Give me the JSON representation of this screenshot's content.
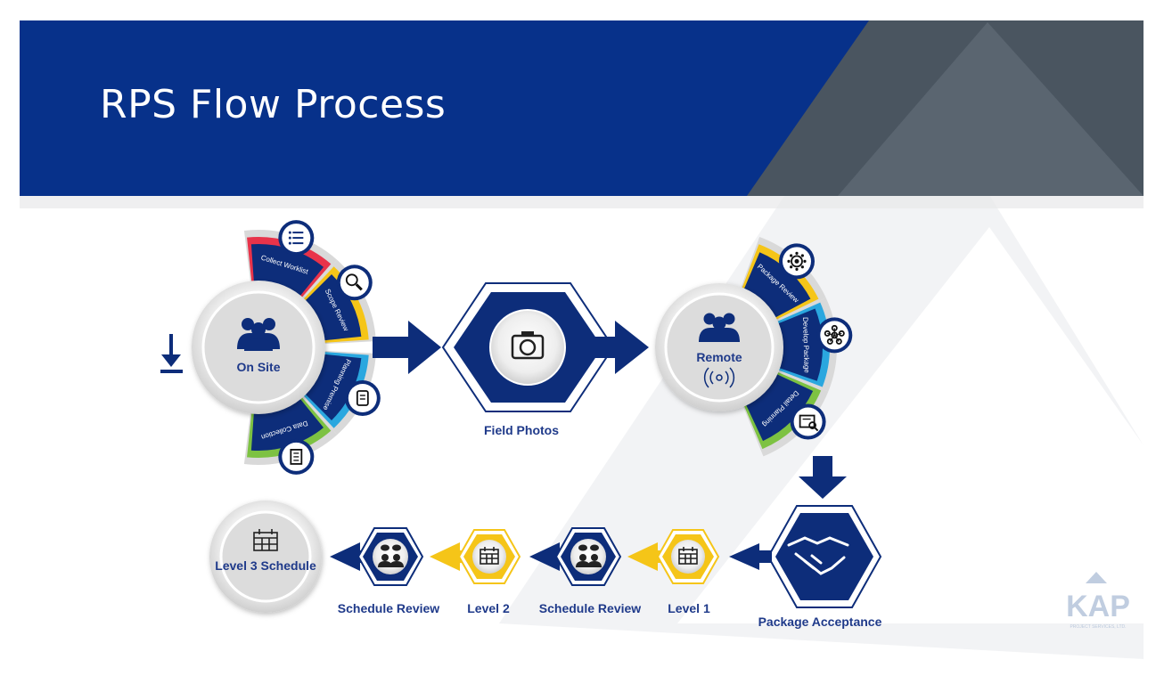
{
  "title": "RPS Flow Process",
  "colors": {
    "banner_blue": "#07318a",
    "banner_gray": "#4a5560",
    "navy": "#0d2d7a",
    "yellow": "#f5c518",
    "red": "#e8334a",
    "light_blue": "#2aa7df",
    "green": "#7dc242"
  },
  "onsite": {
    "label": "On Site",
    "segments": [
      {
        "label": "Collect Worklist",
        "icon": "list-icon"
      },
      {
        "label": "Scope Review",
        "icon": "magnifier-icon"
      },
      {
        "label": "Planning Premise",
        "icon": "scroll-icon"
      },
      {
        "label": "Data Collection",
        "icon": "document-icon"
      }
    ]
  },
  "field_photos": {
    "label": "Field Photos",
    "icon": "camera-icon"
  },
  "remote": {
    "label": "Remote",
    "segments": [
      {
        "label": "Package Review",
        "icon": "gear-icon"
      },
      {
        "label": "Develop Package",
        "icon": "network-icon"
      },
      {
        "label": "Detail Planning",
        "icon": "search-document-icon"
      }
    ]
  },
  "package_acceptance": {
    "label": "Package Acceptance",
    "icon": "handshake-icon"
  },
  "level1": {
    "label": "Level 1",
    "icon": "calendar-icon"
  },
  "schedule_review_1": {
    "label": "Schedule Review",
    "icon": "meeting-icon"
  },
  "level2": {
    "label": "Level 2",
    "icon": "calendar-icon"
  },
  "schedule_review_2": {
    "label": "Schedule Review",
    "icon": "meeting-icon"
  },
  "level3": {
    "label": "Level 3 Schedule",
    "icon": "calendar-icon"
  },
  "logo": {
    "text": "KAP",
    "sub": "PROJECT SERVICES, LTD."
  }
}
